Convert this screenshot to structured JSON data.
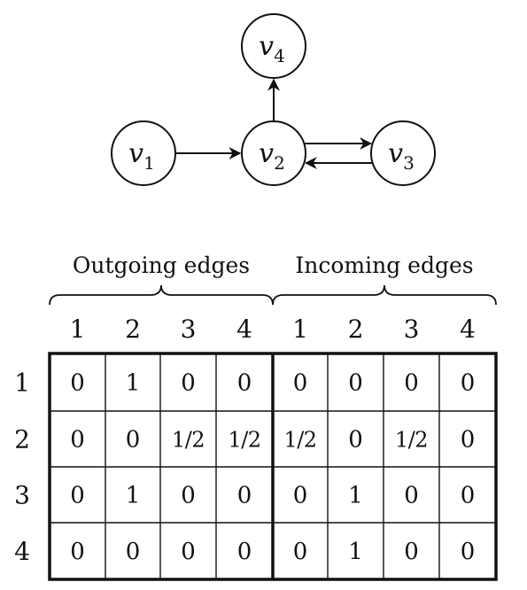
{
  "graph": {
    "nodes": [
      {
        "id": "v1",
        "base": "v",
        "sub": "1"
      },
      {
        "id": "v2",
        "base": "v",
        "sub": "2"
      },
      {
        "id": "v3",
        "base": "v",
        "sub": "3"
      },
      {
        "id": "v4",
        "base": "v",
        "sub": "4"
      }
    ],
    "edges": [
      {
        "from": "v1",
        "to": "v2"
      },
      {
        "from": "v2",
        "to": "v4"
      },
      {
        "from": "v2",
        "to": "v3"
      },
      {
        "from": "v3",
        "to": "v2"
      }
    ]
  },
  "table": {
    "groups": [
      {
        "label": "Outgoing edges"
      },
      {
        "label": "Incoming edges"
      }
    ],
    "column_labels": [
      "1",
      "2",
      "3",
      "4",
      "1",
      "2",
      "3",
      "4"
    ],
    "row_labels": [
      "1",
      "2",
      "3",
      "4"
    ],
    "rows": [
      [
        "0",
        "1",
        "0",
        "0",
        "0",
        "0",
        "0",
        "0"
      ],
      [
        "0",
        "0",
        "1/2",
        "1/2",
        "1/2",
        "0",
        "1/2",
        "0"
      ],
      [
        "0",
        "1",
        "0",
        "0",
        "0",
        "1",
        "0",
        "0"
      ],
      [
        "0",
        "0",
        "0",
        "0",
        "0",
        "1",
        "0",
        "0"
      ]
    ]
  }
}
